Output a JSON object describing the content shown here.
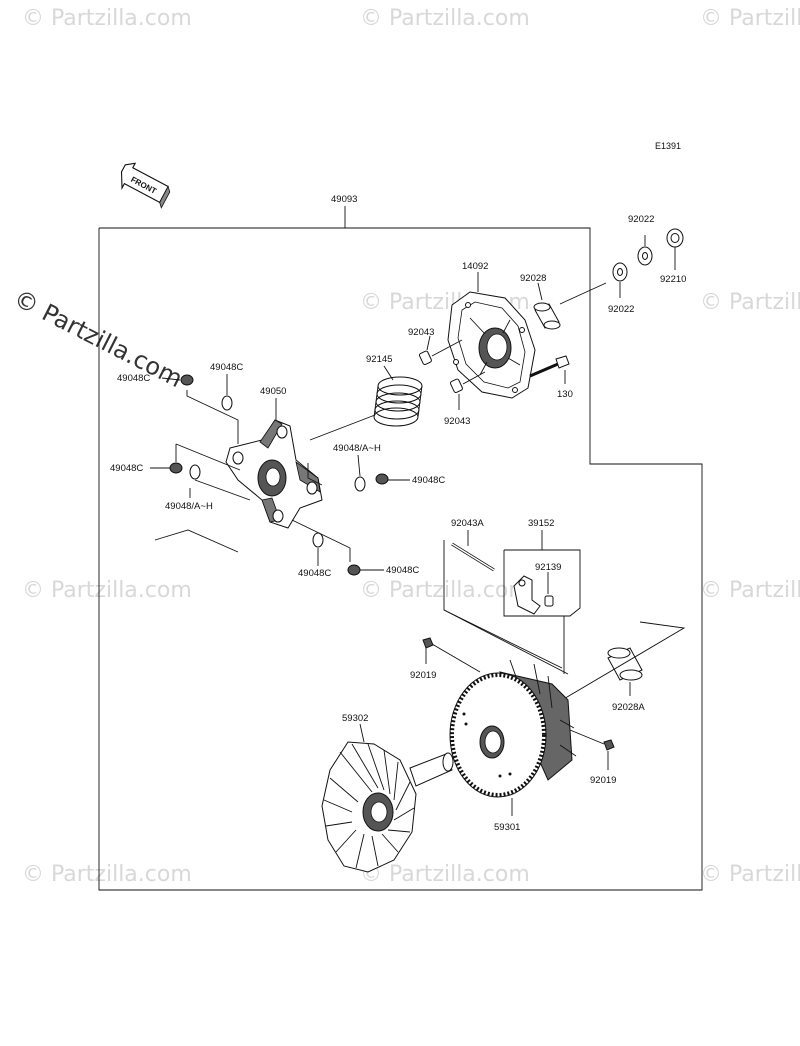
{
  "watermark": {
    "text": "© Partzilla.com",
    "main_text": "© Partzilla.com"
  },
  "diagram": {
    "code": "E1391",
    "front_label": "FRONT",
    "labels": {
      "assembly": "49093",
      "p92022_top": "92022",
      "p92022_bot": "92022",
      "p92210": "92210",
      "p14092": "14092",
      "p92028": "92028",
      "p92043_top": "92043",
      "p92043_bot": "92043",
      "p130": "130",
      "p92145": "92145",
      "p49048c_1": "49048C",
      "p49048c_2": "49048C",
      "p49048c_3": "49048C",
      "p49048c_4": "49048C",
      "p49048c_5": "49048C",
      "p49048c_6": "49048C",
      "p49050": "49050",
      "p49048ah_1": "49048/A~H",
      "p49048ah_2": "49048/A~H",
      "p92043a": "92043A",
      "p39152": "39152",
      "p92139": "92139",
      "p92019_1": "92019",
      "p92019_2": "92019",
      "p92028a": "92028A",
      "p59302": "59302",
      "p59301": "59301"
    }
  }
}
